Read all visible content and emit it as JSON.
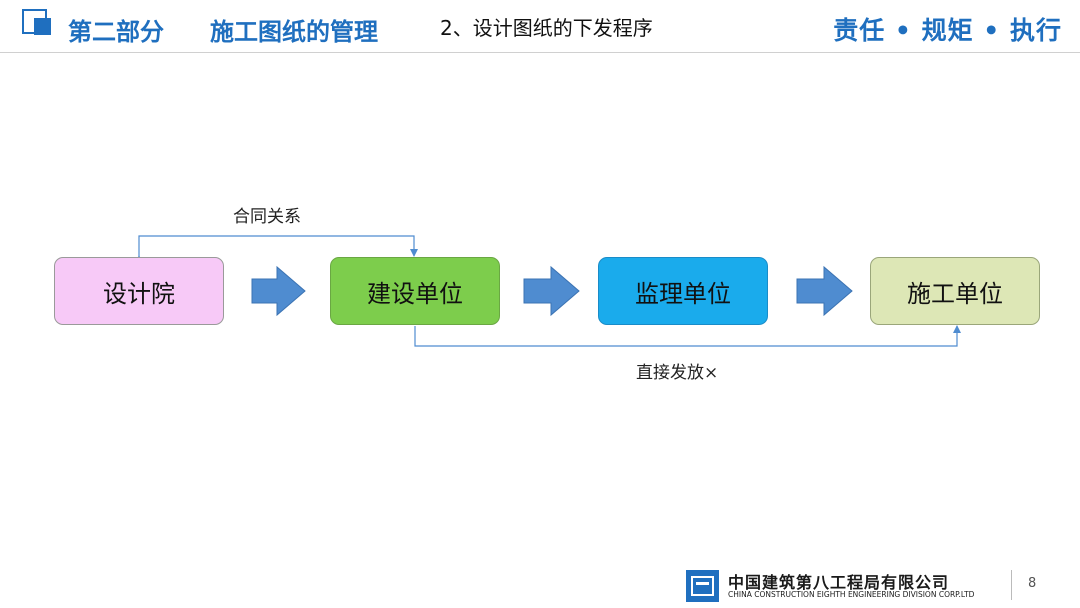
{
  "header": {
    "section": "第二部分",
    "title": "施工图纸的管理",
    "subtitle": "2、设计图纸的下发程序",
    "slogan": "责任 • 规矩 • 执行"
  },
  "diagram": {
    "nodes": [
      {
        "id": "design_institute",
        "label": "设计院",
        "fill": "#f7c9f7"
      },
      {
        "id": "construction_unit",
        "label": "建设单位",
        "fill": "#7dcd4c"
      },
      {
        "id": "supervision_unit",
        "label": "监理单位",
        "fill": "#1aabec"
      },
      {
        "id": "contractor_unit",
        "label": "施工单位",
        "fill": "#dde7b6"
      }
    ],
    "contract_label": "合同关系",
    "direct_label": "直接发放×",
    "arrow_color": "#4f8cd0"
  },
  "footer": {
    "company_cn": "中国建筑第八工程局有限公司",
    "company_en": "CHINA CONSTRUCTION EIGHTH ENGINEERING DIVISION CORP.LTD",
    "page": "8"
  },
  "colors": {
    "brand": "#1f6fbf"
  }
}
